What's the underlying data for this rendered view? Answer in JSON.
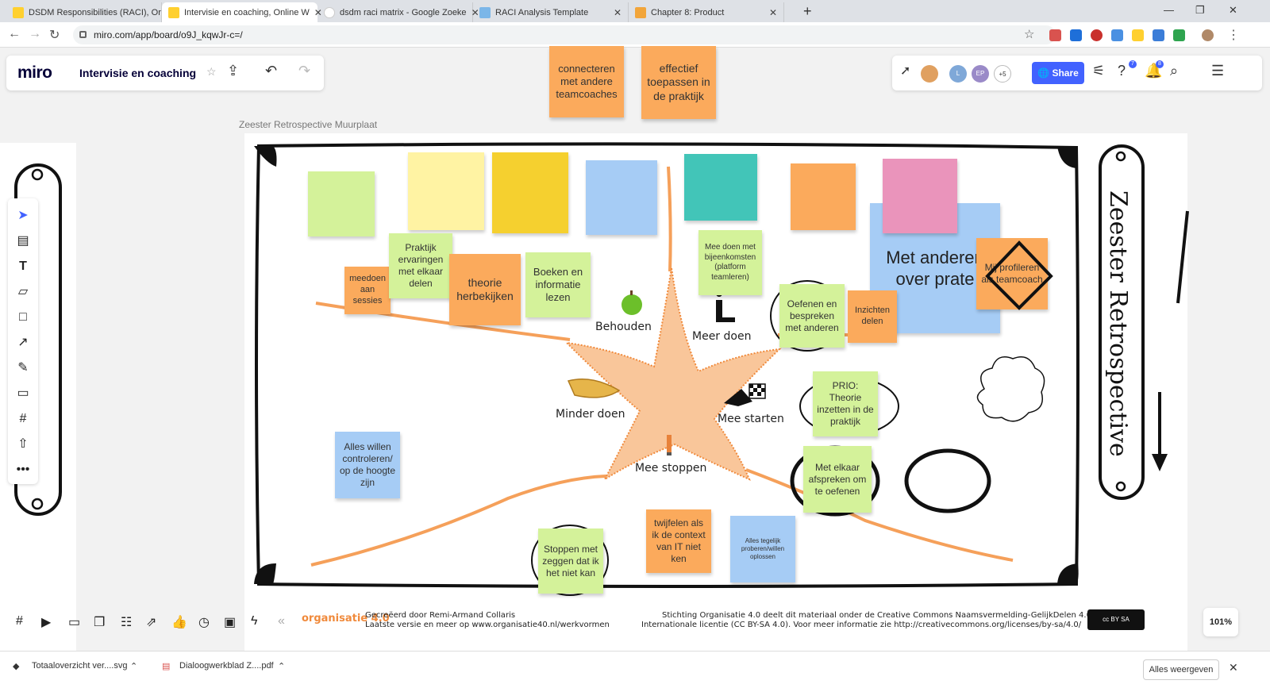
{
  "browser": {
    "tabs": [
      {
        "title": "DSDM Responsibilities (RACI), Or",
        "active": false
      },
      {
        "title": "Intervisie en coaching, Online W",
        "active": true
      },
      {
        "title": "dsdm raci matrix - Google Zoeke",
        "active": false
      },
      {
        "title": "RACI Analysis Template",
        "active": false
      },
      {
        "title": "Chapter 8: Product",
        "active": false
      }
    ],
    "url": "miro.com/app/board/o9J_kqwJr-c=/"
  },
  "miro": {
    "logo": "miro",
    "board_name": "Intervisie en coaching",
    "share_label": "Share",
    "collaborators_more": "+5",
    "avatar_initials": [
      "L",
      "EP"
    ],
    "help_badge": "7",
    "notif_badge": "8",
    "zoom": "101%"
  },
  "frame": {
    "label": "Zeester Retrospective Muurplaat",
    "side_title": "Zeester Retrospective",
    "quadrants": {
      "keep": "Behouden",
      "more": "Meer doen",
      "less": "Minder doen",
      "start": "Mee starten",
      "stop": "Mee stoppen"
    }
  },
  "stickies": {
    "top1": "connecteren met andere teamcoaches",
    "top2": "effectief toepassen in de praktijk",
    "meedoen": "meedoen aan sessies",
    "praktijk": "Praktijk ervaringen met elkaar delen",
    "theorie": "theorie herbekijken",
    "boeken": "Boeken en informatie lezen",
    "bijeenkomsten": "Mee doen met bijeenkomsten (platform teamleren)",
    "oefenen": "Oefenen en bespreken met anderen",
    "inzichten": "Inzichten delen",
    "met_anderen": "Met anderen over prate",
    "profileren": "Mij profileren als teamcoach",
    "prio": "PRIO: Theorie inzetten in de praktijk",
    "afspreken": "Met elkaar afspreken om te oefenen",
    "controleren": "Alles willen controleren/ op de hoogte zijn",
    "stoppen": "Stoppen met zeggen dat ik het niet kan",
    "twijfelen": "twijfelen als ik de context van IT niet ken",
    "tegelijk": "Alles tegelijk proberen/willen oplossen"
  },
  "footer": {
    "brand": "organisatie 4.0",
    "credit1": "Gecreëerd door Remi-Armand Collaris",
    "credit2": "Laatste versie en meer op www.organisatie40.nl/werkvormen",
    "license1": "Stichting Organisatie 4.0 deelt dit materiaal onder de Creative Commons Naamsvermelding-GelijkDelen 4.0",
    "license2": "Internationale licentie (CC BY-SA 4.0). Voor meer informatie zie http://creativecommons.org/licenses/by-sa/4.0/",
    "cc_badge": "cc BY SA"
  },
  "downloads": {
    "item1": "Totaaloverzicht ver....svg",
    "item2": "Dialoogwerkblad Z....pdf",
    "show_all": "Alles weergeven"
  },
  "colors": {
    "orange": "#fbaa5c",
    "green": "#d4f29a",
    "yellow": "#f5d02f",
    "pale_yellow": "#fff3a3",
    "blue": "#a6ccf5",
    "teal": "#42c5b8",
    "pink": "#ea94bb",
    "miro_blue": "#4262ff"
  }
}
